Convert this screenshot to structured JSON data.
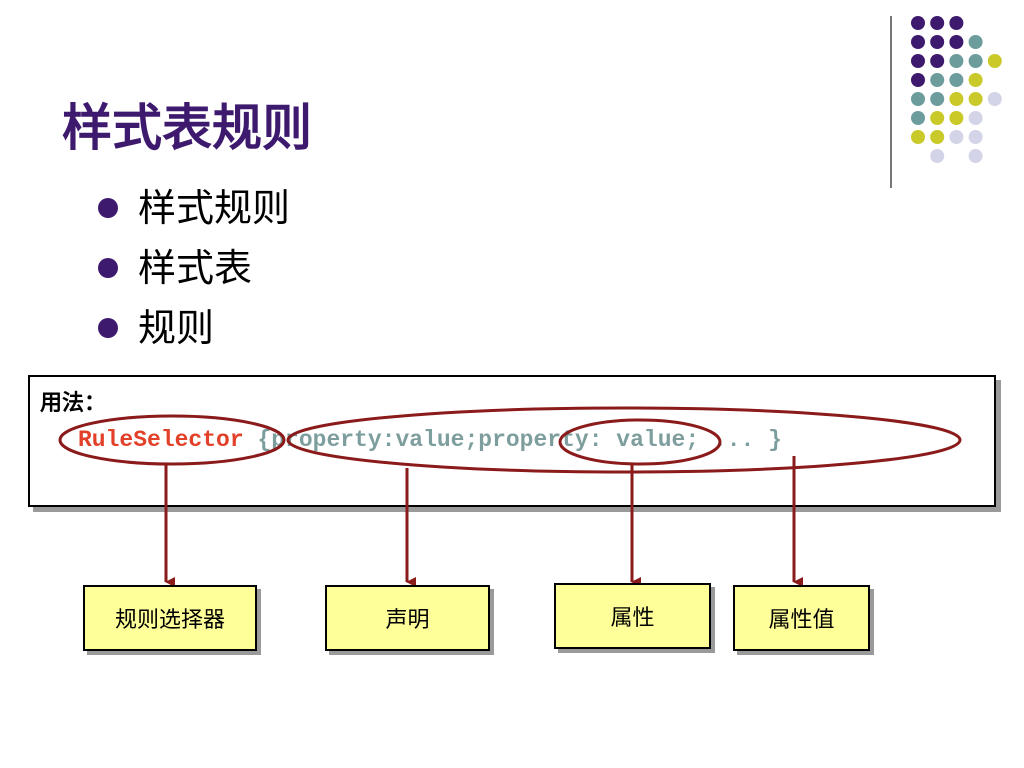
{
  "slide": {
    "title": "样式表规则",
    "bullets": [
      "样式规则",
      "样式表",
      "规则"
    ]
  },
  "usage": {
    "label": "用法：",
    "selector": "RuleSelector",
    "declaration": " {property:value;property: value; ... }"
  },
  "labels": {
    "selector": "规则选择器",
    "declaration": "声明",
    "property": "属性",
    "value": "属性值"
  },
  "colors": {
    "title": "#3e1a6e",
    "selector_text": "#e3402a",
    "declaration_text": "#7e9e9e",
    "ellipse_arrow": "#8b1a1a",
    "label_fill": "#ffff99",
    "dot_purple": "#3e1a6e",
    "dot_teal": "#6d9c9c",
    "dot_yellow": "#c9c92a",
    "dot_lavender": "#d4d4e8"
  }
}
